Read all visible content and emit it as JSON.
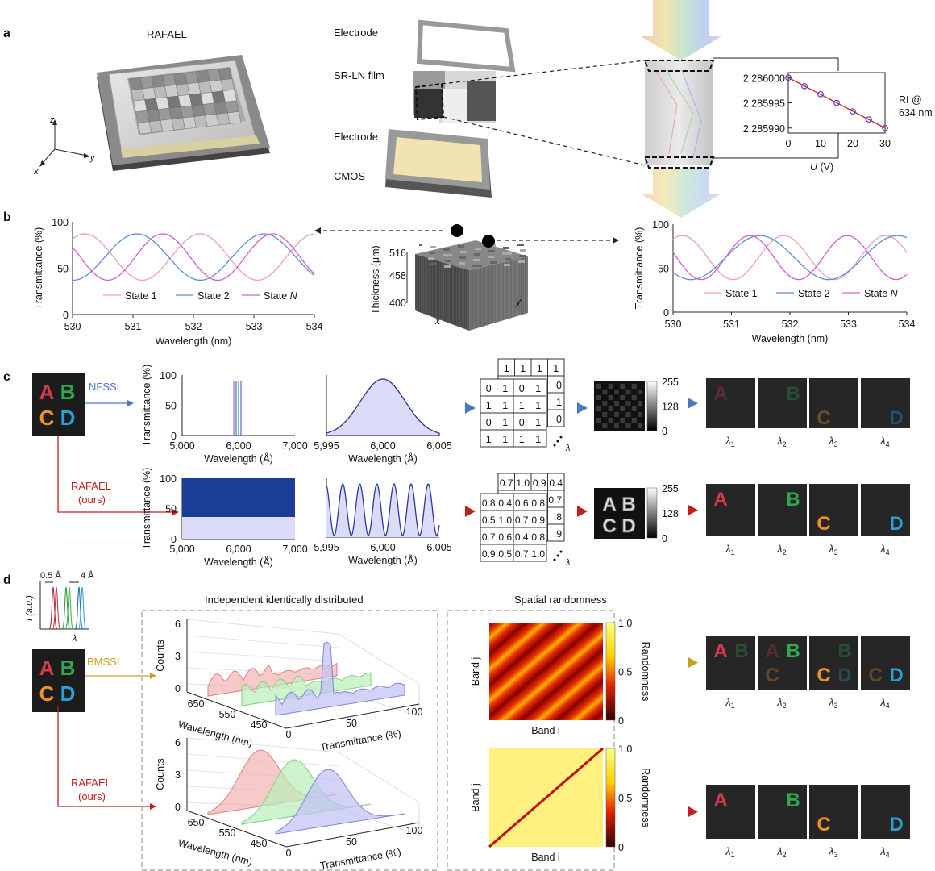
{
  "colors": {
    "red": "#d63a4a",
    "green": "#2fa84f",
    "orange": "#f0902a",
    "blue": "#2a9fd8",
    "nfssi": "#4a78c8",
    "rafael": "#c02020",
    "bmssi": "#c8a020",
    "state1": "#f0a0b8",
    "state2": "#5b8fd8",
    "stateN": "#d060d0"
  },
  "panel_a": {
    "label": "a",
    "rafael": "RAFAEL",
    "electrode_top": "Electrode",
    "film": "SR-LN film",
    "electrode_bottom": "Electrode",
    "cmos": "CMOS",
    "axis_z": "z",
    "axis_y": "y",
    "axis_x": "x",
    "inset": {
      "yticks": [
        "2.286000",
        "2.285995",
        "2.285990"
      ],
      "xticks": [
        "0",
        "10",
        "20",
        "30"
      ],
      "xlabel_var": "U",
      "xlabel_unit": " (V)",
      "side_label_1": "RI @",
      "side_label_2": "634 nm",
      "x": [
        0,
        5,
        10,
        15,
        20,
        25,
        30
      ],
      "y": [
        2.286,
        2.2859983,
        2.2859967,
        2.285995,
        2.2859933,
        2.2859917,
        2.28599
      ],
      "ylim": [
        2.285989,
        2.286001
      ]
    }
  },
  "panel_b": {
    "label": "b",
    "ylabel": "Transmittance (%)",
    "xlabel": "Wavelength (nm)",
    "xticks": [
      "530",
      "531",
      "532",
      "533",
      "534"
    ],
    "yticks": [
      "100",
      "50",
      "0"
    ],
    "legend": [
      "State 1",
      "State 2",
      "State "
    ],
    "legend_n": "N",
    "thickness_label": "Thickness (μm)",
    "thickness_ticks": [
      "516",
      "458",
      "400"
    ],
    "axis_x": "x",
    "axis_y": "y"
  },
  "panel_c": {
    "label": "c",
    "letters": [
      "A",
      "B",
      "C",
      "D"
    ],
    "nfssi": "NFSSI",
    "rafael_1": "RAFAEL",
    "rafael_2": "(ours)",
    "ylabel": "Transmittance (%)",
    "xlabel": "Wavelength (Å)",
    "chart1_xticks": [
      "5,000",
      "6,000",
      "7,000"
    ],
    "chart2_xticks": [
      "5,995",
      "6,000",
      "6,005"
    ],
    "yticks": [
      "100",
      "50",
      "0"
    ],
    "binary_back_row": [
      "1",
      "1",
      "1",
      "1"
    ],
    "binary_front": [
      [
        "0",
        "1",
        "0",
        "1"
      ],
      [
        "1",
        "1",
        "1",
        "1"
      ],
      [
        "0",
        "1",
        "0",
        "1"
      ],
      [
        "1",
        "1",
        "1",
        "1"
      ]
    ],
    "binary_back_right": [
      "0",
      "1",
      "0"
    ],
    "real_back_row": [
      "0.7",
      "1.0",
      "0.9",
      "0.4"
    ],
    "real_front": [
      [
        "0.8",
        "0.4",
        "0.6",
        "0.8"
      ],
      [
        "0.5",
        "1.0",
        "0.7",
        "0.9"
      ],
      [
        "0.7",
        "0.6",
        "0.4",
        "0.8"
      ],
      [
        "0.9",
        "0.5",
        "0.7",
        "1.0"
      ]
    ],
    "real_back_right": [
      "0.7",
      ".8",
      ".9"
    ],
    "lambda": "λ",
    "colorbar": [
      "255",
      "128",
      "0"
    ],
    "outputs": [
      "λ1",
      "λ2",
      "λ3",
      "λ4"
    ],
    "nfssi_levels": [
      0.35,
      0.35,
      0.35,
      0.35
    ],
    "rafael_levels": [
      1,
      1,
      1,
      1
    ]
  },
  "panel_d": {
    "label": "d",
    "spacing_1": "0.5 Å",
    "spacing_2": "4 Å",
    "ylabel": "I (a.u.)",
    "xlabel": "λ",
    "bmssi": "BMSSI",
    "rafael_1": "RAFAEL",
    "rafael_2": "(ours)",
    "iid_title": "Independent identically distributed",
    "spatial_title": "Spatial randomness",
    "counts": "Counts",
    "counts_ticks_top": [
      "6",
      "3",
      "0"
    ],
    "counts_ticks_bottom": [
      "6",
      "3",
      "0"
    ],
    "wl_label": "Wavelength (nm)",
    "wl_ticks": [
      "650",
      "550",
      "450"
    ],
    "tr_label": "Transmittance (%)",
    "tr_ticks": [
      "0",
      "50",
      "100"
    ],
    "band_j": "Band j",
    "band_i": "Band i",
    "randomness": "Randomness",
    "cbar_ticks": [
      "1.0",
      "0.5",
      "0"
    ],
    "outputs": [
      "λ1",
      "λ2",
      "λ3",
      "λ4"
    ]
  }
}
